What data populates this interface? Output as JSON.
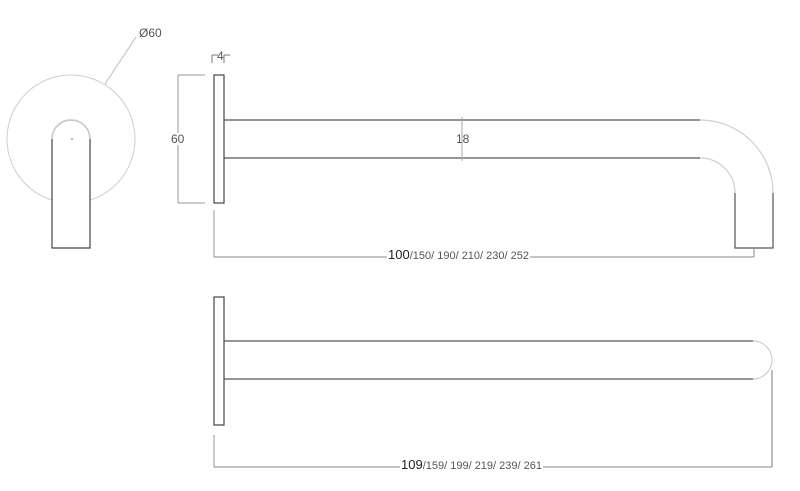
{
  "front_view": {
    "diameter_label": "Ø60"
  },
  "side_view_top": {
    "plate_height_label": "60",
    "plate_thickness_label": "4",
    "pipe_diameter_label": "18",
    "length_primary": "100",
    "length_options": "/150/ 190/ 210/ 230/ 252"
  },
  "side_view_bottom": {
    "length_primary": "109",
    "length_options": "/159/ 199/ 219/ 239/ 261"
  },
  "colors": {
    "outline": "#444444",
    "dimension": "#888888",
    "light": "#cccccc"
  }
}
